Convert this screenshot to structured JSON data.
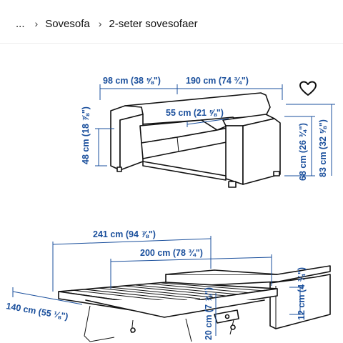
{
  "breadcrumb": {
    "ellipsis": "...",
    "separator": "›",
    "items": [
      "Sovesofa",
      "2-seter sovesofaer"
    ]
  },
  "icons": {
    "favorite": "heart-outline-icon"
  },
  "colors": {
    "dimension": "#1a4f9c",
    "line": "#111111"
  },
  "diagram_top": {
    "depth": "98 cm (38 ⅝\")",
    "width": "190 cm (74 ¾\")",
    "seat_depth": "55 cm (21 ⅝\")",
    "seat_height": "48 cm (18 ⅞\")",
    "arm_height": "68 cm (26 ¾\")",
    "total_height": "83 cm (32 ⅝\")"
  },
  "diagram_bed": {
    "total_length": "241 cm (94 ⅞\")",
    "bed_length": "200 cm (78 ¾\")",
    "bed_width": "140 cm (55 ⅛\")",
    "mattress_thickness": "12 cm (4 ¾\")",
    "bed_height": "20 cm (7 ⅞\")"
  }
}
